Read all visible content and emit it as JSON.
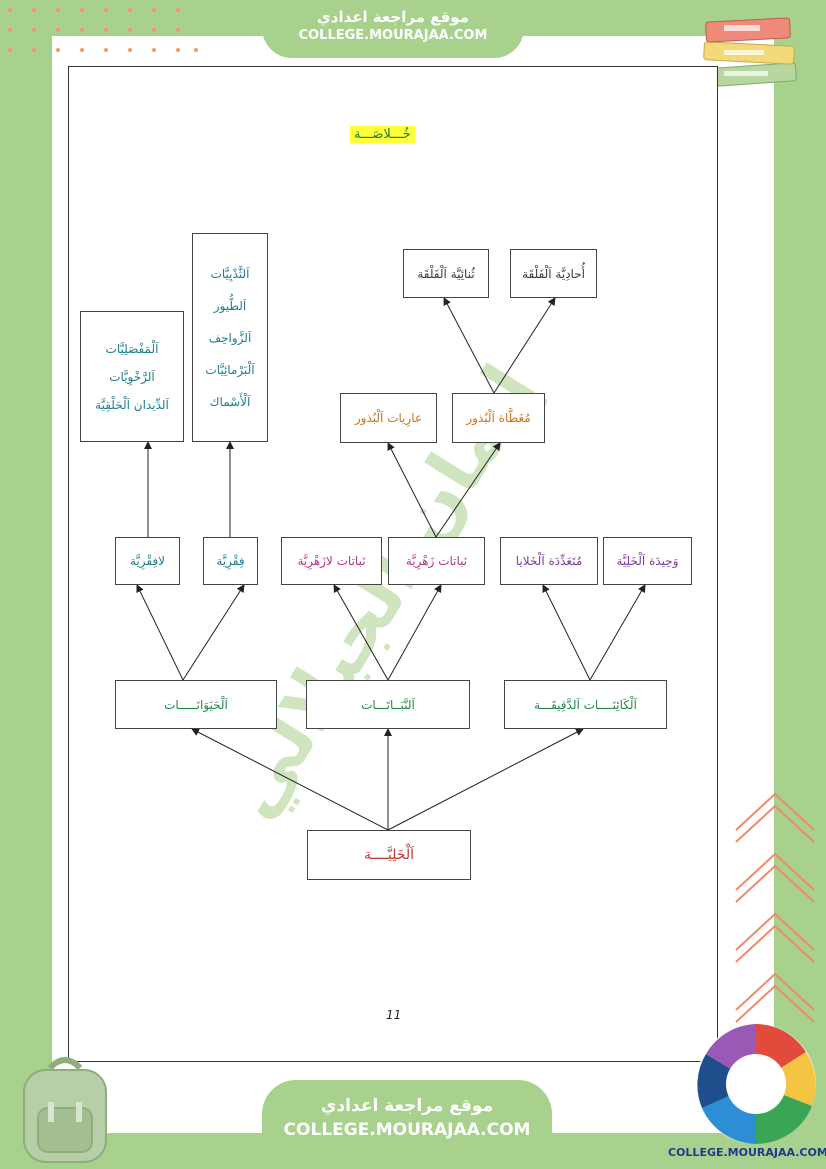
{
  "site": {
    "name_ar": "موقع مراجعة اعدادي",
    "url": "COLLEGE.MOURAJAA.COM",
    "logo_url": "COLLEGE.MOURAJAA.COM"
  },
  "page": {
    "title": "خُـــلاصَـــة",
    "page_number": "11",
    "watermark": "إيمان الجيلالي"
  },
  "diagram": {
    "root": "اَلْخَلِيَّــــة",
    "level1": {
      "animals": "اَلْحَيَوَانَـــــات",
      "plants": "اَلنَّبَــاتَـــات",
      "micro": "اَلْكَائِنَــــات اَلدَّقِيقَـــة"
    },
    "level2": {
      "invertebrates": "لافِقْرِيَّة",
      "vertebrates": "فِقْرِيَّة",
      "nonflowering": "نَباتات لازَهْرِيَّة",
      "flowering": "نَباتات زَهْرِيَّة",
      "multicellular": "مُتَعَدِّدَة اَلْخَلايا",
      "unicellular": "وَحِيدَة اَلْخَلِيَّة"
    },
    "invertebrate_list": [
      "اَلْمَفْصَلِيَّات",
      "اَلرَّخْوِيَّات",
      "اَلدِّيدان اَلْحَلْقِيَّة"
    ],
    "vertebrate_list": [
      "اَلثَّدْيِيَّات",
      "اَلطُّيور",
      "اَلزَّواحِف",
      "اَلْبَرْمائِيَّات",
      "اَلْأَسْماك"
    ],
    "seeds": {
      "naked": "عارِيات اَلْبُذور",
      "covered": "مُغَطَّاة اَلْبُذور"
    },
    "cotyledons": {
      "di": "ثُنائِيَّة اَلْفَلْقَة",
      "mono": "أُحادِيَّة اَلْفَلْقَة"
    }
  },
  "colors": {
    "frame_green": "#a8d18d",
    "accent_orange": "#f4956b",
    "title_highlight": "#ffff3b"
  }
}
